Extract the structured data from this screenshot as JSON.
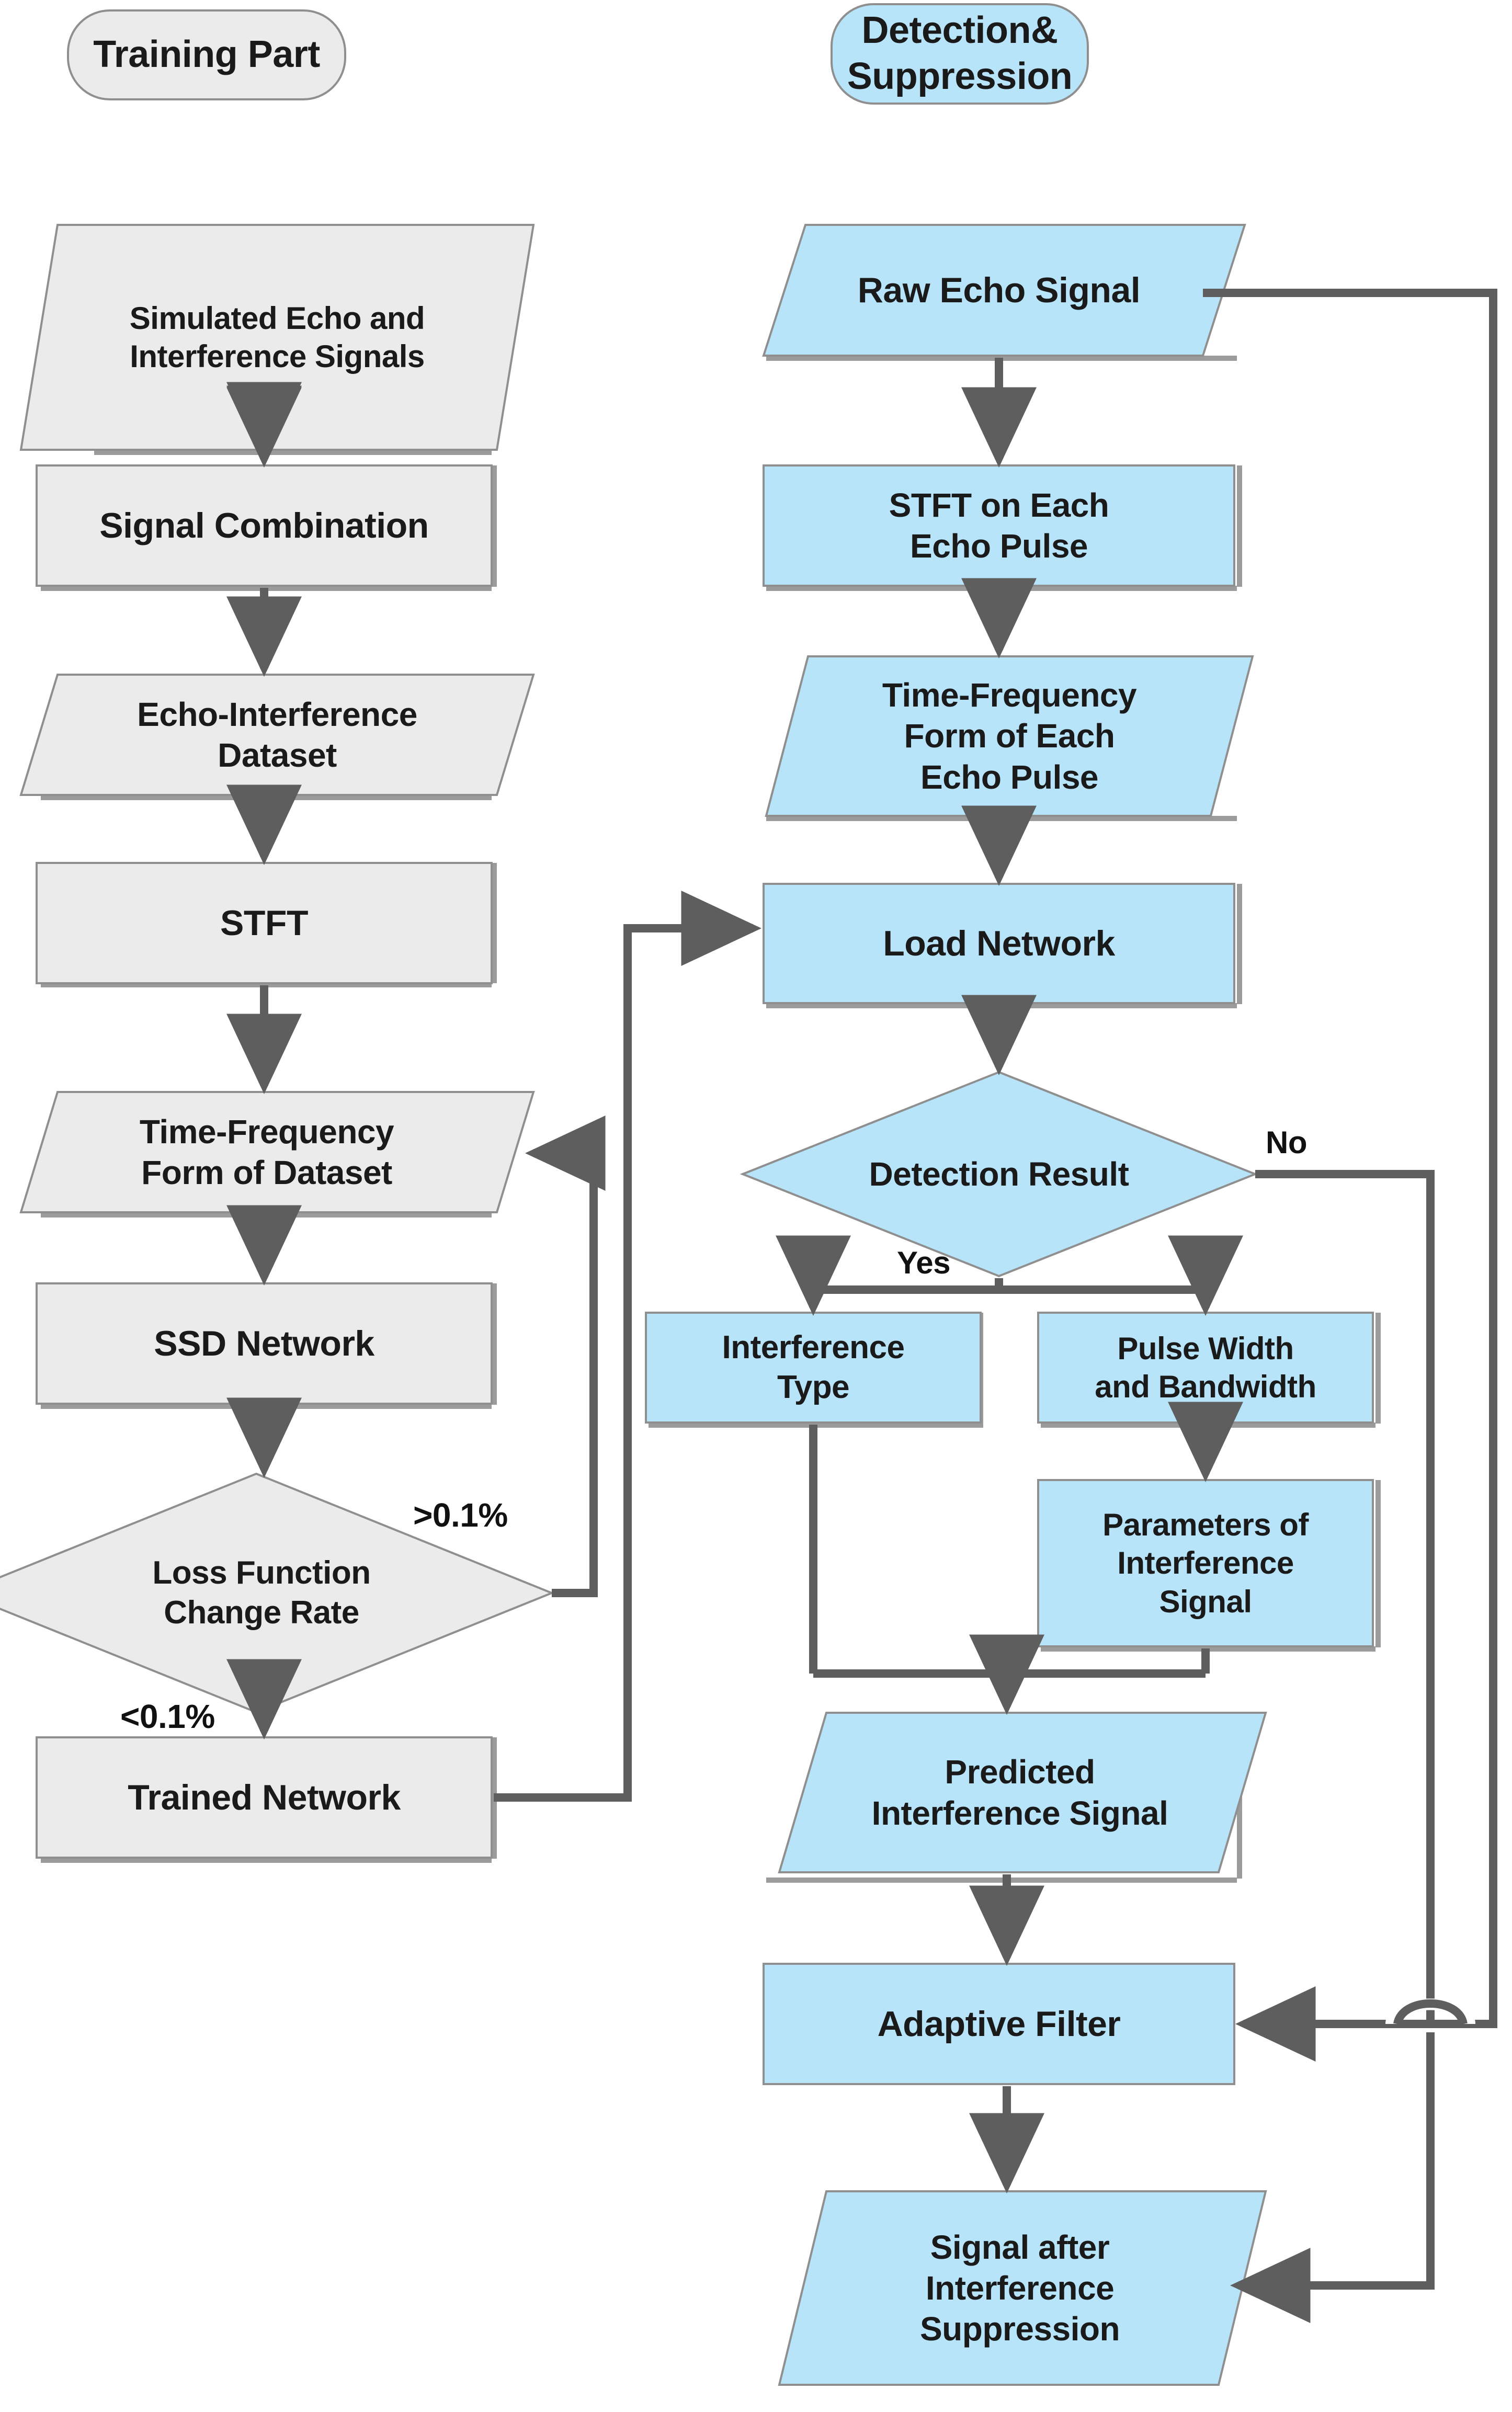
{
  "diagram": {
    "title": "Interference Detection and Suppression Flowchart",
    "colors": {
      "gray_fill": "#ebebeb",
      "blue_fill": "#b8e4fa",
      "shape_stroke": "#8f8f8f",
      "connector": "#5e5e5e",
      "text": "#1a1a1a",
      "background": "#ffffff"
    },
    "headers": [
      {
        "id": "training-part",
        "label": "Training Part",
        "fill": "gray"
      },
      {
        "id": "detection-suppression",
        "label": "Detection&\nSuppression",
        "fill": "blue"
      }
    ],
    "left_column": {
      "name": "Training Part",
      "nodes": [
        {
          "id": "simulated-signals",
          "shape": "parallelogram",
          "label": "Simulated Echo and\nInterference Signals",
          "fill": "gray"
        },
        {
          "id": "signal-combination",
          "shape": "rectangle",
          "label": "Signal Combination",
          "fill": "gray"
        },
        {
          "id": "echo-interference-dataset",
          "shape": "parallelogram",
          "label": "Echo-Interference\nDataset",
          "fill": "gray"
        },
        {
          "id": "stft",
          "shape": "rectangle",
          "label": "STFT",
          "fill": "gray"
        },
        {
          "id": "time-frequency-form-dataset",
          "shape": "parallelogram",
          "label": "Time-Frequency\nForm of  Dataset",
          "fill": "gray"
        },
        {
          "id": "ssd-network",
          "shape": "rectangle",
          "label": "SSD Network",
          "fill": "gray"
        },
        {
          "id": "loss-function-change-rate",
          "shape": "diamond",
          "label": "Loss Function\nChange Rate",
          "fill": "gray"
        },
        {
          "id": "trained-network",
          "shape": "rectangle",
          "label": "Trained Network",
          "fill": "gray"
        }
      ]
    },
    "right_column": {
      "name": "Detection & Suppression",
      "nodes": [
        {
          "id": "raw-echo-signal",
          "shape": "parallelogram",
          "label": "Raw Echo Signal",
          "fill": "blue"
        },
        {
          "id": "stft-each-echo-pulse",
          "shape": "rectangle",
          "label": "STFT on Each\nEcho Pulse",
          "fill": "blue"
        },
        {
          "id": "time-frequency-form-each-pulse",
          "shape": "parallelogram",
          "label": "Time-Frequency\nForm of Each\nEcho Pulse",
          "fill": "blue"
        },
        {
          "id": "load-network",
          "shape": "rectangle",
          "label": "Load Network",
          "fill": "blue"
        },
        {
          "id": "detection-result",
          "shape": "diamond",
          "label": "Detection Result",
          "fill": "blue"
        },
        {
          "id": "interference-type",
          "shape": "rectangle",
          "label": "Interference\nType",
          "fill": "blue"
        },
        {
          "id": "pulse-width-bandwidth",
          "shape": "rectangle",
          "label": "Pulse Width\nand Bandwidth",
          "fill": "blue"
        },
        {
          "id": "parameters-of-interference-signal",
          "shape": "rectangle",
          "label": "Parameters of\nInterference\nSignal",
          "fill": "blue"
        },
        {
          "id": "predicted-interference-signal",
          "shape": "parallelogram",
          "label": "Predicted\nInterference Signal",
          "fill": "blue"
        },
        {
          "id": "adaptive-filter",
          "shape": "rectangle",
          "label": "Adaptive Filter",
          "fill": "blue"
        },
        {
          "id": "signal-after-suppression",
          "shape": "parallelogram",
          "label": "Signal after\nInterference\nSuppression",
          "fill": "blue"
        }
      ]
    },
    "edge_labels": [
      {
        "id": "loss-gt",
        "label": ">0.1%"
      },
      {
        "id": "loss-lt",
        "label": "<0.1%"
      },
      {
        "id": "detection-yes",
        "label": "Yes"
      },
      {
        "id": "detection-no",
        "label": "No"
      }
    ]
  }
}
